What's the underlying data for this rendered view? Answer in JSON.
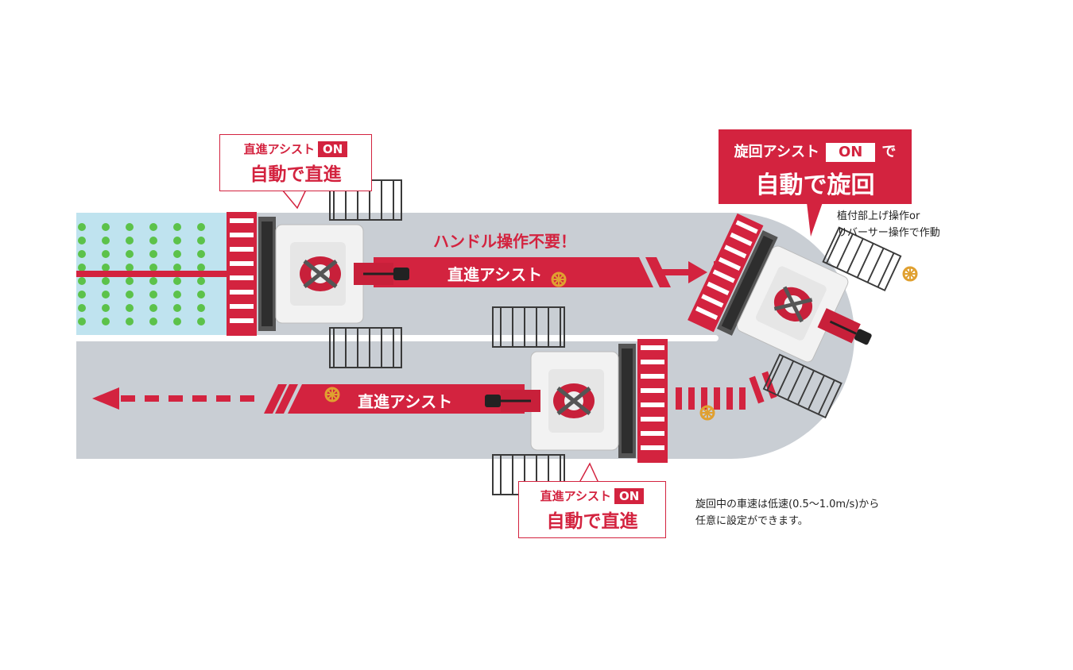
{
  "callouts": {
    "top_left": {
      "line1": "直進アシスト",
      "badge": "ON",
      "line2": "自動で直進"
    },
    "bottom_center": {
      "line1": "直進アシスト",
      "badge": "ON",
      "line2": "自動で直進"
    },
    "turn": {
      "line1a": "旋回アシスト",
      "badge": "ON",
      "line1b": "で",
      "line2": "自動で旋回"
    }
  },
  "labels": {
    "no_steering": "ハンドル操作不要！",
    "straight_upper": "直進アシスト",
    "straight_lower": "直進アシスト"
  },
  "notes": {
    "turn_trigger": [
      "植付部上げ操作or",
      "リバーサー操作で作動"
    ],
    "turn_speed": [
      "旋回中の車速は低速(0.5〜1.0m/s)から",
      "任意に設定ができます。"
    ]
  },
  "colors": {
    "accent": "#d3233f",
    "field_path": "#c9ced4",
    "planted_area": "#bfe3ef",
    "seedling": "#5cc24a",
    "machine_body": "#f2f2f2",
    "machine_dark": "#3a3a3a"
  },
  "icons": [
    "steering-wheel-icon",
    "rice-transplanter-icon",
    "direction-arrow-icon"
  ]
}
